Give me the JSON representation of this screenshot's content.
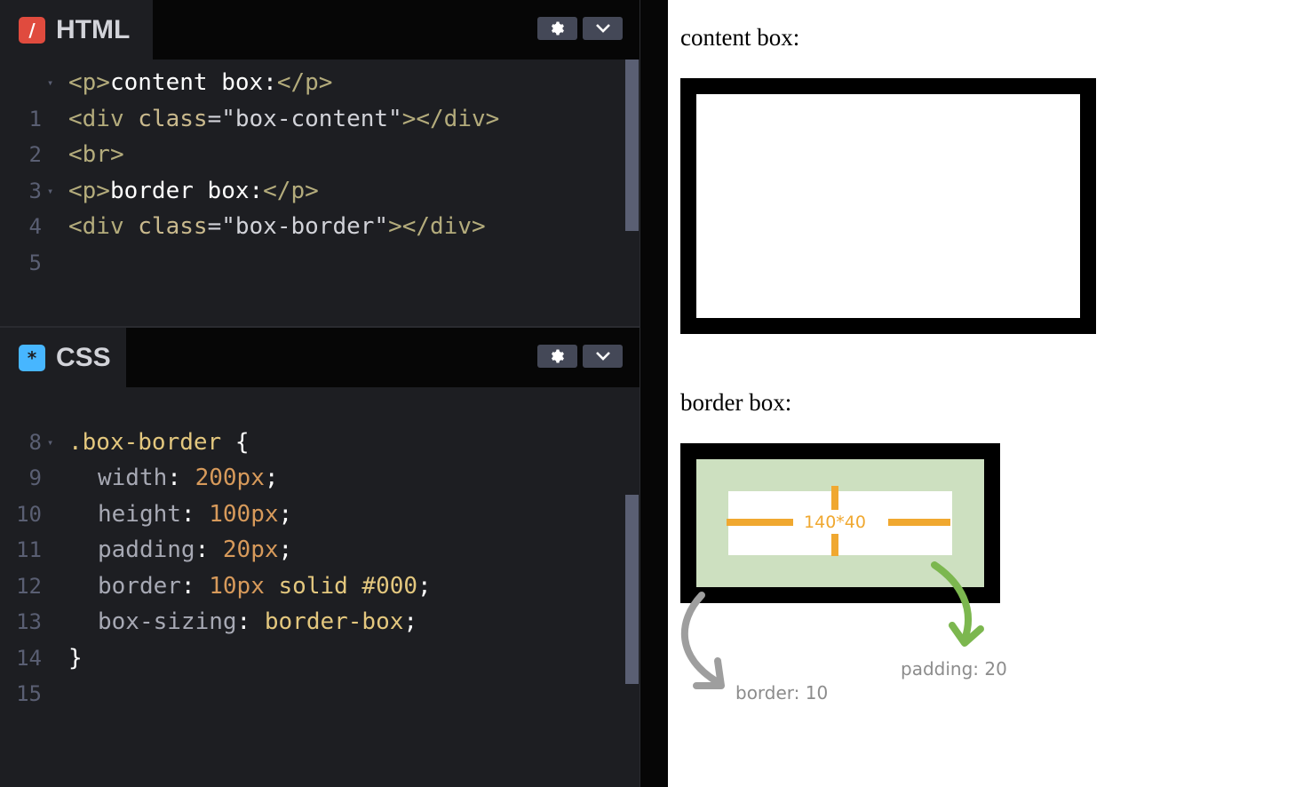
{
  "html_panel": {
    "tab_label": "HTML",
    "tab_icon": "/",
    "icon_color": "#e04b3e",
    "lines": [
      {
        "n": "1",
        "fold": true
      },
      {
        "n": "2",
        "fold": false
      },
      {
        "n": "3",
        "fold": false
      },
      {
        "n": "4",
        "fold": true
      },
      {
        "n": "5",
        "fold": false
      }
    ],
    "code": {
      "l1": {
        "open": "<p>",
        "text": "content box:",
        "close": "</p>"
      },
      "l2": {
        "open": "<div ",
        "attr": "class",
        "eq": "=",
        "val": "\"box-content\"",
        "close": "></div>"
      },
      "l3": {
        "tag": "<br>"
      },
      "l4": {
        "open": "<p>",
        "text": "border box:",
        "close": "</p>"
      },
      "l5": {
        "open": "<div ",
        "attr": "class",
        "eq": "=",
        "val": "\"box-border\"",
        "close": "></div>"
      }
    }
  },
  "css_panel": {
    "tab_label": "CSS",
    "tab_icon": "*",
    "icon_color": "#47b6ff",
    "lines": [
      {
        "n": "8",
        "fold": false
      },
      {
        "n": "9",
        "fold": true
      },
      {
        "n": "10",
        "fold": false
      },
      {
        "n": "11",
        "fold": false
      },
      {
        "n": "12",
        "fold": false
      },
      {
        "n": "13",
        "fold": false
      },
      {
        "n": "14",
        "fold": false
      },
      {
        "n": "15",
        "fold": false
      }
    ],
    "code": {
      "l9": {
        "sel": ".box-border",
        "brace": " {"
      },
      "l10": {
        "prop": "width",
        "colon": ": ",
        "val": "200px",
        "semi": ";"
      },
      "l11": {
        "prop": "height",
        "colon": ": ",
        "val": "100px",
        "semi": ";"
      },
      "l12": {
        "prop": "padding",
        "colon": ": ",
        "val": "20px",
        "semi": ";"
      },
      "l13": {
        "prop": "border",
        "colon": ": ",
        "val1": "10px",
        "val2": " solid #000",
        "semi": ";"
      },
      "l14": {
        "prop": "box-sizing",
        "colon": ": ",
        "val": "border-box",
        "semi": ";"
      },
      "l15": {
        "brace": "}"
      }
    }
  },
  "preview": {
    "content_label": "content box:",
    "border_label": "border box:",
    "inner_dims": "140*40",
    "border_annotation": "border: 10",
    "padding_annotation": "padding: 20",
    "padding_color": "#cde0c0",
    "dims_color": "#f0a830",
    "padding_arrow_color": "#7cb74f",
    "border_arrow_color": "#9e9e9e"
  },
  "icons": [
    "gear-icon",
    "chevron-down-icon",
    "curved-arrow-icon"
  ]
}
